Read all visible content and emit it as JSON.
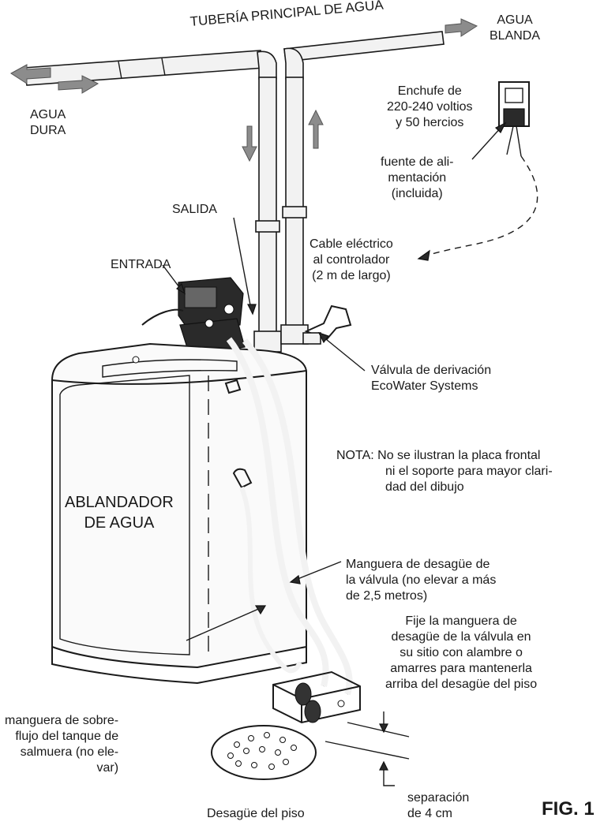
{
  "diagram": {
    "main_pipe_label": "TUBERÍA PRINCIPAL DE AGUA",
    "soft_water": [
      "AGUA",
      "BLANDA"
    ],
    "hard_water": [
      "AGUA",
      "DURA"
    ],
    "outlet": "SALIDA",
    "inlet": "ENTRADA",
    "outlet_plug": [
      "Enchufe de",
      "220-240 voltios",
      "y 50 hercios"
    ],
    "power_supply": [
      "fuente de ali-",
      "mentación",
      "(incluida)"
    ],
    "power_cable": [
      "Cable eléctrico",
      "al controlador",
      "(2 m de largo)"
    ],
    "bypass_valve": [
      "Válvula de derivación",
      "EcoWater Systems"
    ],
    "note": [
      "NOTA: No se ilustran la placa frontal",
      "ni el soporte para mayor clari-",
      "dad del dibujo"
    ],
    "softener": [
      "ABLANDADOR",
      "DE AGUA"
    ],
    "drain_hose": [
      "Manguera de desagüe de",
      "la válvula (no elevar a más",
      "de 2,5 metros)"
    ],
    "secure_hose": [
      "Fije la manguera de",
      "desagüe de la válvula en",
      "su sitio con alambre o",
      "amarres para mantenerla",
      "arriba del desagüe del piso"
    ],
    "overflow_hose": [
      "manguera de sobre-",
      "flujo del tanque de",
      "salmuera (no ele-",
      "var)"
    ],
    "floor_drain": "Desagüe del piso",
    "gap": [
      "separación",
      "de 4 cm"
    ],
    "figure": "FIG. 1"
  }
}
